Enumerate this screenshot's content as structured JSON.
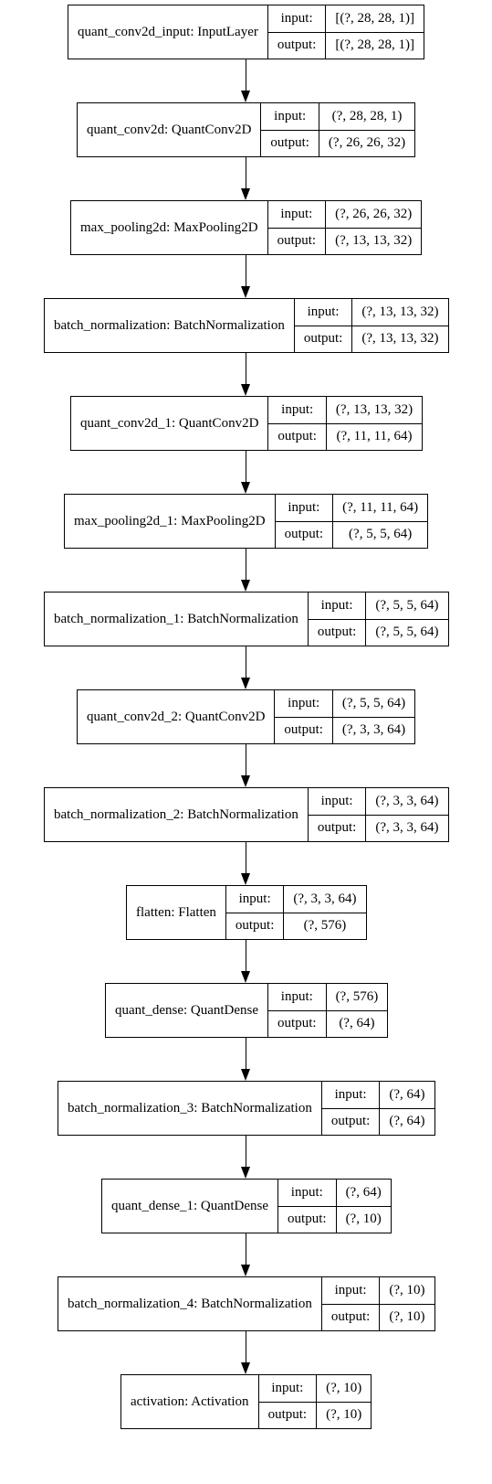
{
  "layers": [
    {
      "name": "quant_conv2d_input: InputLayer",
      "input_label": "input:",
      "output_label": "output:",
      "input_shape": "[(?, 28, 28, 1)]",
      "output_shape": "[(?, 28, 28, 1)]"
    },
    {
      "name": "quant_conv2d: QuantConv2D",
      "input_label": "input:",
      "output_label": "output:",
      "input_shape": "(?, 28, 28, 1)",
      "output_shape": "(?, 26, 26, 32)"
    },
    {
      "name": "max_pooling2d: MaxPooling2D",
      "input_label": "input:",
      "output_label": "output:",
      "input_shape": "(?, 26, 26, 32)",
      "output_shape": "(?, 13, 13, 32)"
    },
    {
      "name": "batch_normalization: BatchNormalization",
      "input_label": "input:",
      "output_label": "output:",
      "input_shape": "(?, 13, 13, 32)",
      "output_shape": "(?, 13, 13, 32)"
    },
    {
      "name": "quant_conv2d_1: QuantConv2D",
      "input_label": "input:",
      "output_label": "output:",
      "input_shape": "(?, 13, 13, 32)",
      "output_shape": "(?, 11, 11, 64)"
    },
    {
      "name": "max_pooling2d_1: MaxPooling2D",
      "input_label": "input:",
      "output_label": "output:",
      "input_shape": "(?, 11, 11, 64)",
      "output_shape": "(?, 5, 5, 64)"
    },
    {
      "name": "batch_normalization_1: BatchNormalization",
      "input_label": "input:",
      "output_label": "output:",
      "input_shape": "(?, 5, 5, 64)",
      "output_shape": "(?, 5, 5, 64)"
    },
    {
      "name": "quant_conv2d_2: QuantConv2D",
      "input_label": "input:",
      "output_label": "output:",
      "input_shape": "(?, 5, 5, 64)",
      "output_shape": "(?, 3, 3, 64)"
    },
    {
      "name": "batch_normalization_2: BatchNormalization",
      "input_label": "input:",
      "output_label": "output:",
      "input_shape": "(?, 3, 3, 64)",
      "output_shape": "(?, 3, 3, 64)"
    },
    {
      "name": "flatten: Flatten",
      "input_label": "input:",
      "output_label": "output:",
      "input_shape": "(?, 3, 3, 64)",
      "output_shape": "(?, 576)"
    },
    {
      "name": "quant_dense: QuantDense",
      "input_label": "input:",
      "output_label": "output:",
      "input_shape": "(?, 576)",
      "output_shape": "(?, 64)"
    },
    {
      "name": "batch_normalization_3: BatchNormalization",
      "input_label": "input:",
      "output_label": "output:",
      "input_shape": "(?, 64)",
      "output_shape": "(?, 64)"
    },
    {
      "name": "quant_dense_1: QuantDense",
      "input_label": "input:",
      "output_label": "output:",
      "input_shape": "(?, 64)",
      "output_shape": "(?, 10)"
    },
    {
      "name": "batch_normalization_4: BatchNormalization",
      "input_label": "input:",
      "output_label": "output:",
      "input_shape": "(?, 10)",
      "output_shape": "(?, 10)"
    },
    {
      "name": "activation: Activation",
      "input_label": "input:",
      "output_label": "output:",
      "input_shape": "(?, 10)",
      "output_shape": "(?, 10)"
    }
  ]
}
